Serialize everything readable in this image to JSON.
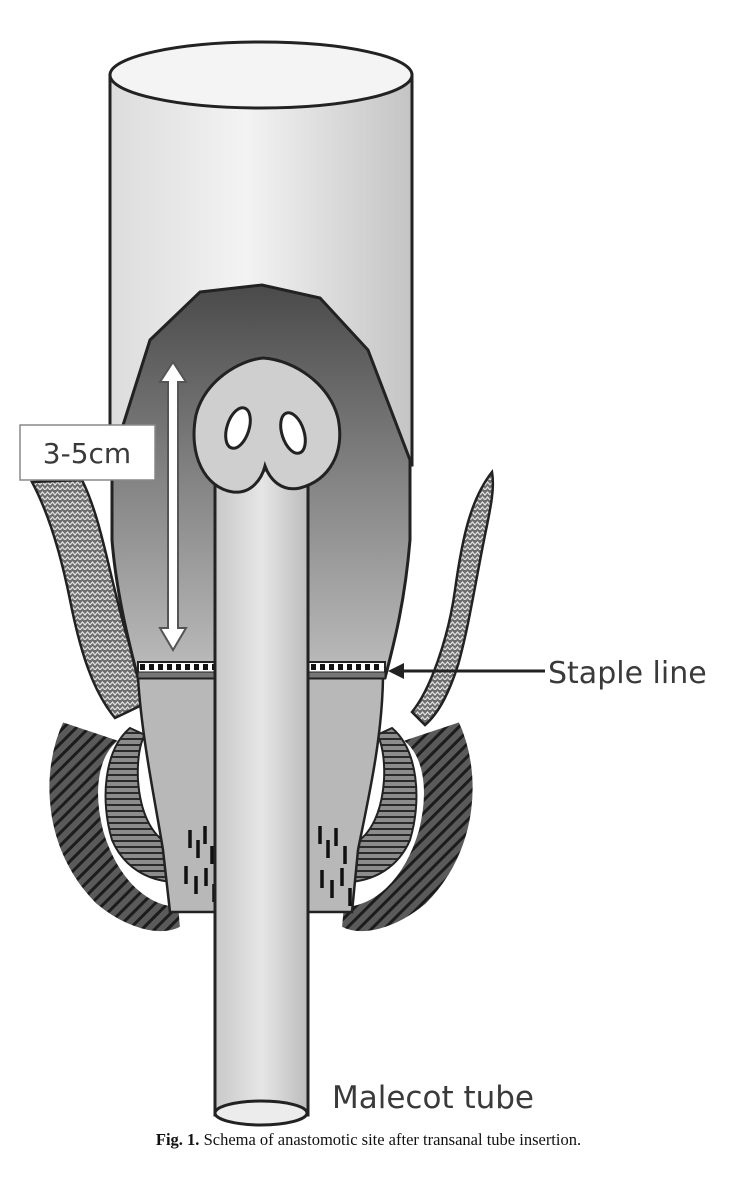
{
  "labels": {
    "distance": "3-5cm",
    "staple_line": "Staple line",
    "tube": "Malecot tube"
  },
  "caption": {
    "prefix": "Fig. 1.",
    "text": " Schema of anastomotic site after transanal tube insertion."
  }
}
